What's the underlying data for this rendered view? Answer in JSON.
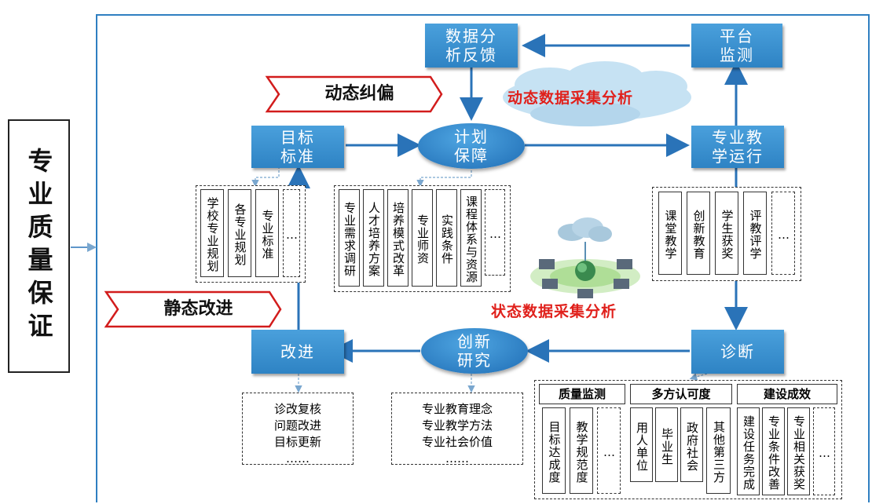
{
  "side_label": "专业质量保证",
  "nodes": {
    "data_feedback": "数据分\n析反馈",
    "platform_monitor": "平台\n监测",
    "target_standard": "目标\n标准",
    "plan_guarantee": "计划\n保障",
    "teaching_operation": "专业教\n学运行",
    "improve": "改进",
    "innovation_research": "创新\n研究",
    "diagnosis": "诊断"
  },
  "banners": {
    "dynamic": "动态纠偏",
    "static": "静态改进"
  },
  "cloud_labels": {
    "dynamic": "动态数据采集分析",
    "state": "状态数据采集分析"
  },
  "target_cols": [
    "学校专业规划",
    "各专业规划",
    "专业标准",
    "…"
  ],
  "plan_cols": [
    "专业需求调研",
    "人才培养方案",
    "培养模式改革",
    "专业师资",
    "实践条件",
    "课程体系与资源",
    "…"
  ],
  "teaching_cols": [
    "课堂教学",
    "创新教育",
    "学生获奖",
    "评教评学",
    "…"
  ],
  "improve_list": [
    "诊改复核",
    "问题改进",
    "目标更新",
    "……"
  ],
  "innovation_list": [
    "专业教育理念",
    "专业教学方法",
    "专业社会价值",
    "……"
  ],
  "diagnosis": {
    "groups": [
      {
        "title": "质量监测",
        "cols": [
          "目标达成度",
          "教学规范度",
          "…"
        ]
      },
      {
        "title": "多方认可度",
        "cols": [
          "用人单位",
          "毕业生",
          "政府社会",
          "其他第三方"
        ]
      },
      {
        "title": "建设成效",
        "cols": [
          "建设任务完成",
          "专业条件改善",
          "专业相关获奖",
          "…"
        ]
      }
    ]
  },
  "colors": {
    "node_blue": "#2e83c4",
    "arrow_blue": "#2a73b8",
    "accent_red": "#e0201b",
    "cloud": "#b9dcf0"
  }
}
